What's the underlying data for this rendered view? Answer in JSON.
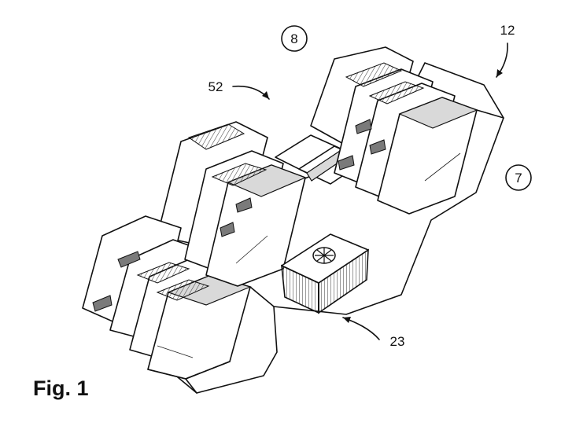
{
  "figure": {
    "caption": "Fig. 1",
    "reference_numerals": {
      "circled_top": "8",
      "circled_right": "7",
      "assembly": "12",
      "modules": "52",
      "unit": "23"
    }
  }
}
